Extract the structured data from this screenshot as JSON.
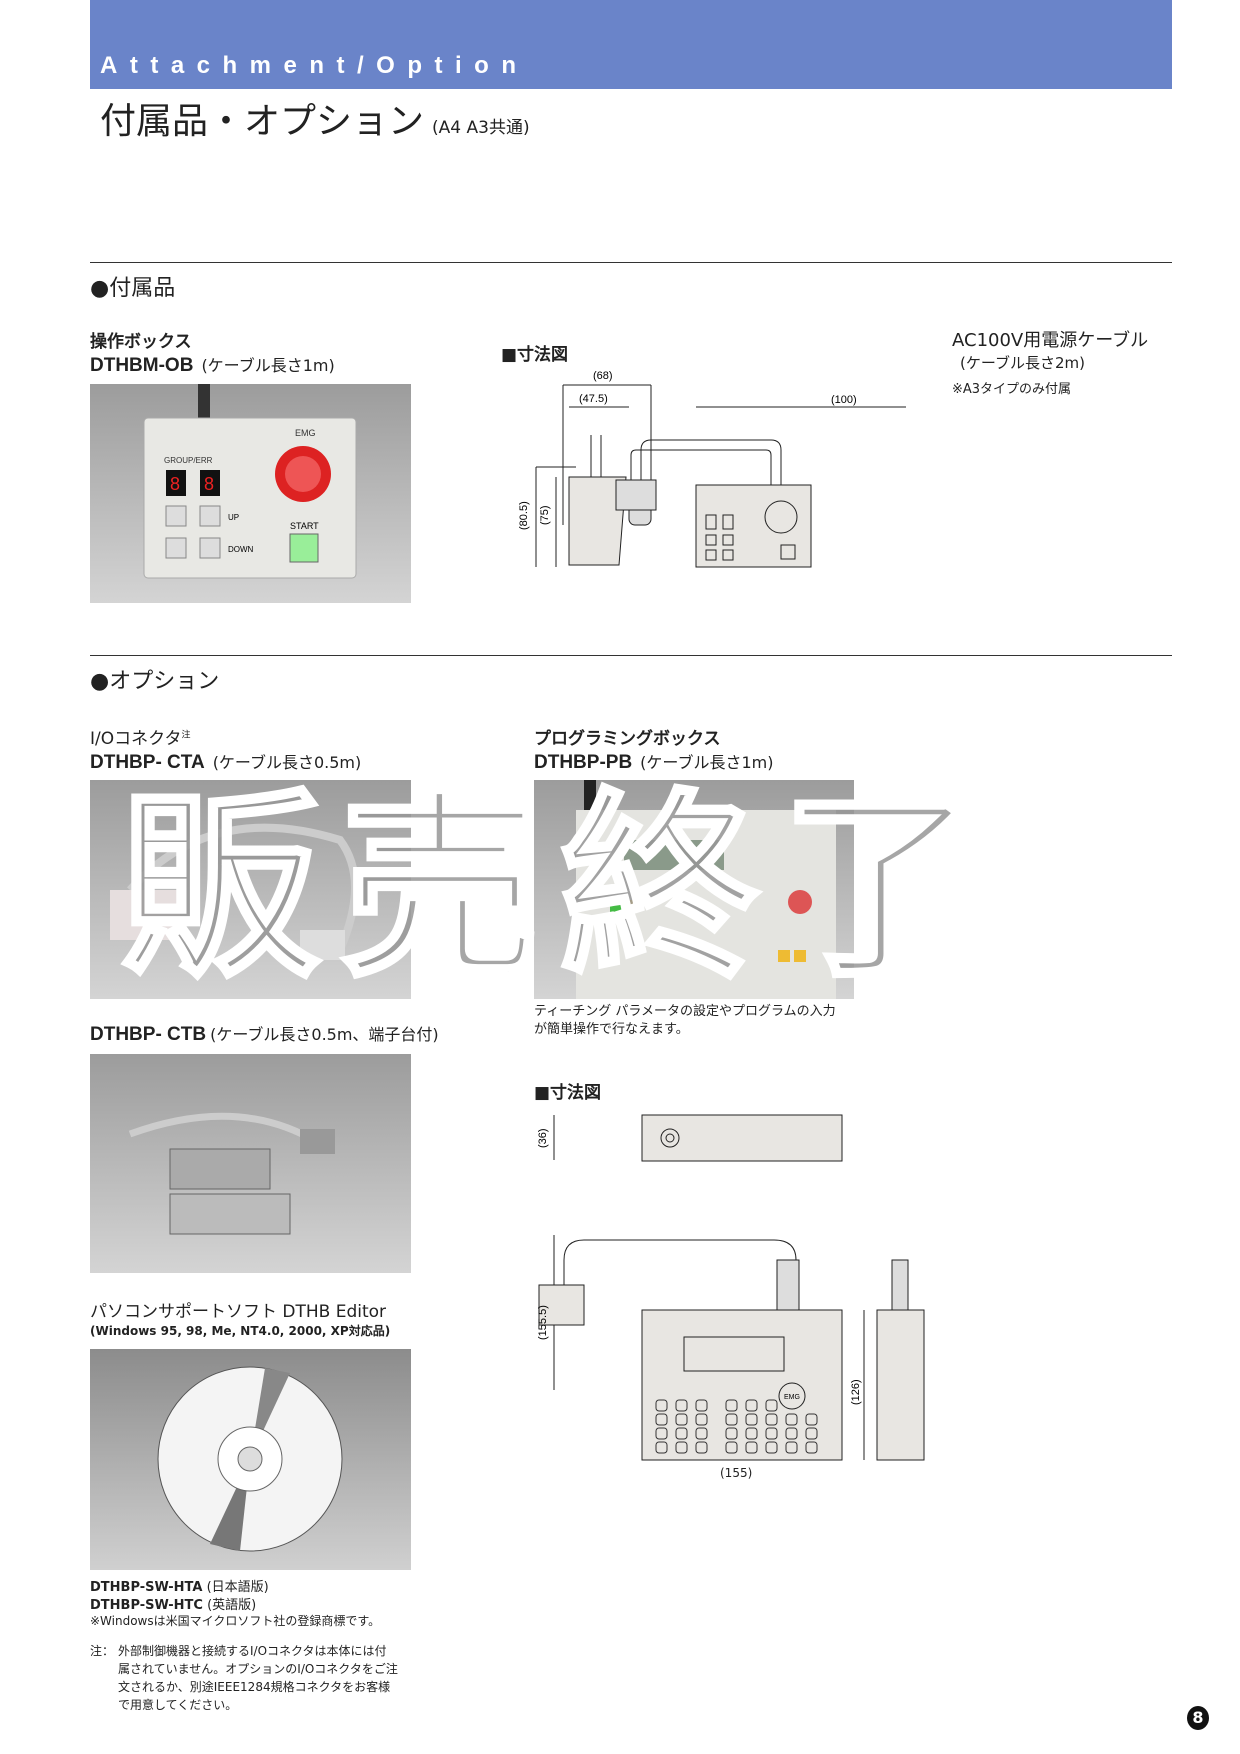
{
  "header": {
    "band_title": "Attachment/Option",
    "title": "付属品・オプション",
    "title_note": "(A4 A3共通)",
    "band_color": "#6a84c9"
  },
  "accessories": {
    "heading": "●付属品",
    "op_box": {
      "name": "操作ボックス",
      "model": "DTHBM-OB",
      "cable": "(ケーブル長さ1m)",
      "photo_labels": {
        "emg": "EMG",
        "group": "GROUP/ERR",
        "up": "UP",
        "down": "DOWN",
        "start": "START"
      }
    },
    "dims": {
      "heading": "■寸法図",
      "w1": "(68)",
      "w2": "(47.5)",
      "h1": "(80.5)",
      "h2": "(75)",
      "w3": "(100)"
    },
    "power": {
      "name": "AC100V用電源ケーブル",
      "cable": "(ケーブル長さ2m)",
      "note": "※A3タイプのみ付属"
    }
  },
  "options": {
    "heading": "●オプション",
    "cta": {
      "name": "I/Oコネクタ",
      "mark": "注",
      "model": "DTHBP- CTA",
      "cable": "(ケーブル長さ0.5m)"
    },
    "ctb": {
      "model": "DTHBP- CTB",
      "cable": "(ケーブル長さ0.5m、端子台付)"
    },
    "pb": {
      "name": "プログラミングボックス",
      "model": "DTHBP-PB",
      "cable": "(ケーブル長さ1m)",
      "caption1": "ティーチング パラメータの設定やプログラムの入力",
      "caption2": "が簡単操作で行なえます。"
    },
    "pb_dims": {
      "heading": "■寸法図",
      "d": "(36)",
      "h1": "(155.5)",
      "h2": "(126)",
      "w": "(155)",
      "emg": "EMG"
    },
    "software": {
      "name": "パソコンサポートソフト DTHB Editor",
      "compat": "(Windows 95, 98, Me, NT4.0, 2000, XP対応品)",
      "model1": "DTHBP-SW-HTA",
      "model1_note": "(日本語版)",
      "model2": "DTHBP-SW-HTC",
      "model2_note": "(英語版)",
      "trademark": "※Windowsは米国マイクロソフト社の登録商標です。"
    },
    "note": {
      "label": "注：",
      "lines": [
        "外部制御機器と接続するI/Oコネクタは本体には付",
        "属されていません。オプションのI/Oコネクタをご注",
        "文されるか、別途IEEE1284規格コネクタをお客様",
        "で用意してください。"
      ]
    }
  },
  "watermark": "販売終了",
  "page_number": "8"
}
